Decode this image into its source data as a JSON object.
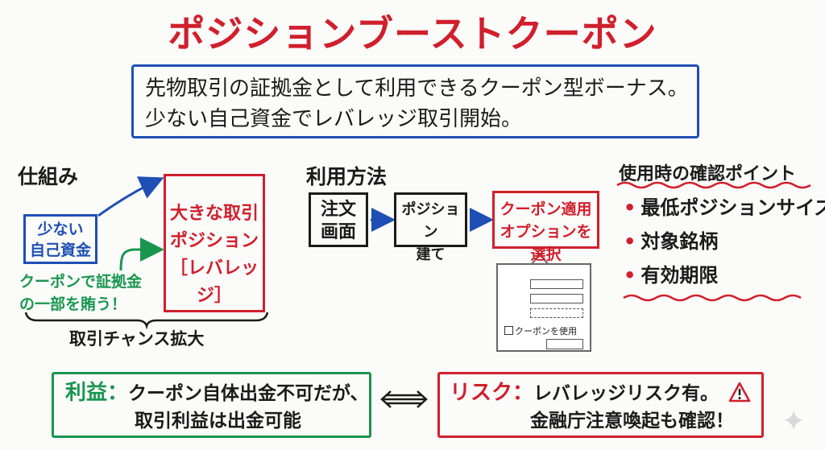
{
  "title": "ポジションブーストクーポン",
  "intro": {
    "line1": "先物取引の証拠金として利用できるクーポン型ボーナス。",
    "line2": "少ない自己資金でレバレッジ取引開始。"
  },
  "mechanism": {
    "heading": "仕組み",
    "own_funds_line1": "少ない",
    "own_funds_line2": "自己資金",
    "coupon_note_line1": "クーポンで証拠金",
    "coupon_note_line2": "の一部を賄う！",
    "result_line1": "大きな取引",
    "result_line2": "ポジション",
    "result_line3": "［レバレッジ］",
    "brace_label": "取引チャンス拡大"
  },
  "usage": {
    "heading": "利用方法",
    "step1_line1": "注文",
    "step1_line2": "画面",
    "step2_line1": "ポジション",
    "step2_line2": "建て",
    "step3_line1": "クーポン適用",
    "step3_line2": "オプションを選択",
    "form_checkbox_label": "クーポンを使用"
  },
  "checks": {
    "heading": "使用時の確認ポイント",
    "items": [
      "最低ポジションサイズ",
      "対象銘柄",
      "有効期限"
    ]
  },
  "profit": {
    "label": "利益：",
    "line1": "クーポン自体出金不可だが、",
    "line2": "取引利益は出金可能"
  },
  "risk": {
    "label": "リスク：",
    "line1": "レバレッジリスク有。",
    "line2": "金融庁注意喚起も確認！"
  },
  "colors": {
    "red": "#d01f2d",
    "blue": "#1f4fb4",
    "green": "#1a9550",
    "ink": "#1b1b1b"
  }
}
